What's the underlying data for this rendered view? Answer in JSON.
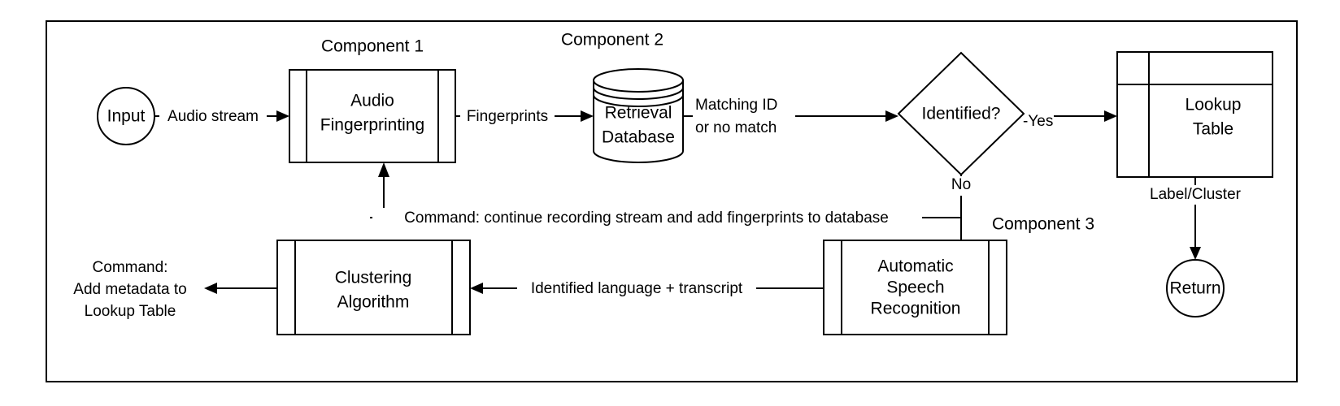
{
  "diagram": {
    "title": "Audio fingerprinting and speech recognition pipeline flowchart",
    "frame": {
      "stroke": "#000000",
      "fill": "#ffffff"
    }
  },
  "groups": {
    "component1": "Component 1",
    "component2": "Component 2",
    "component3": "Component 3"
  },
  "nodes": {
    "input": "Input",
    "audio_fingerprinting_line1": "Audio",
    "audio_fingerprinting_line2": "Fingerprinting",
    "retrieval_database_line1": "Retrieval",
    "retrieval_database_line2": "Database",
    "identified": "Identified?",
    "lookup_table_line1": "Lookup",
    "lookup_table_line2": "Table",
    "return": "Return",
    "asr_line1": "Automatic",
    "asr_line2": "Speech",
    "asr_line3": "Recognition",
    "clustering_line1": "Clustering",
    "clustering_line2": "Algorithm"
  },
  "edges": {
    "audio_stream": "Audio stream",
    "fingerprints": "Fingerprints",
    "matching_id_line1": "Matching ID",
    "matching_id_line2": "or no match",
    "yes": "-Yes",
    "no": "No",
    "label_cluster": "Label/Cluster",
    "feedback_command": "Command: continue recording stream and add fingerprints to database",
    "identified_language": "Identified language + transcript",
    "command_out_line1": "Command:",
    "command_out_line2": "Add metadata to",
    "command_out_line3": "Lookup Table"
  },
  "colors": {
    "stroke": "#000000",
    "fill": "#ffffff",
    "text": "#000000"
  }
}
